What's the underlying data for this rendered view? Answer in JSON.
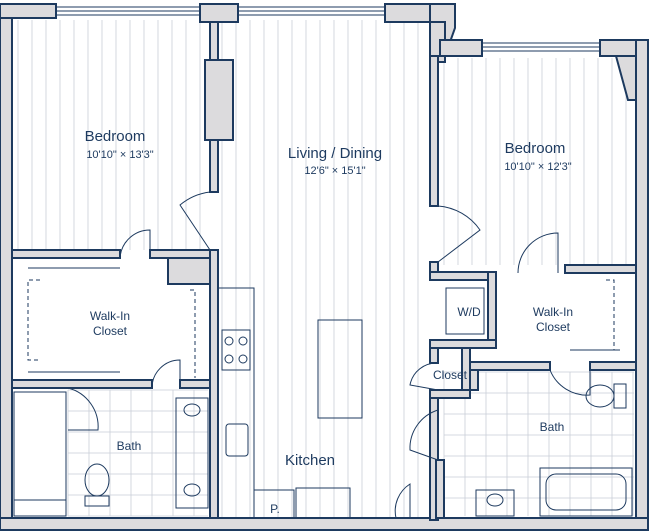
{
  "rooms": {
    "bedroom_left": {
      "name": "Bedroom",
      "dims": "10'10\" × 13'3\""
    },
    "living": {
      "name": "Living / Dining",
      "dims": "12'6\" × 15'1\""
    },
    "bedroom_right": {
      "name": "Bedroom",
      "dims": "10'10\" × 12'3\""
    },
    "walkin_left": {
      "line1": "Walk-In",
      "line2": "Closet"
    },
    "walkin_right": {
      "line1": "Walk-In",
      "line2": "Closet"
    },
    "wd": "W/D",
    "closet": "Closet",
    "bath_left": "Bath",
    "bath_right": "Bath",
    "kitchen": "Kitchen",
    "pantry": "P."
  },
  "colors": {
    "wall_line": "#1d3a5f",
    "wall_fill": "#dcdbdd",
    "floor_grain": "#c9ced7"
  }
}
